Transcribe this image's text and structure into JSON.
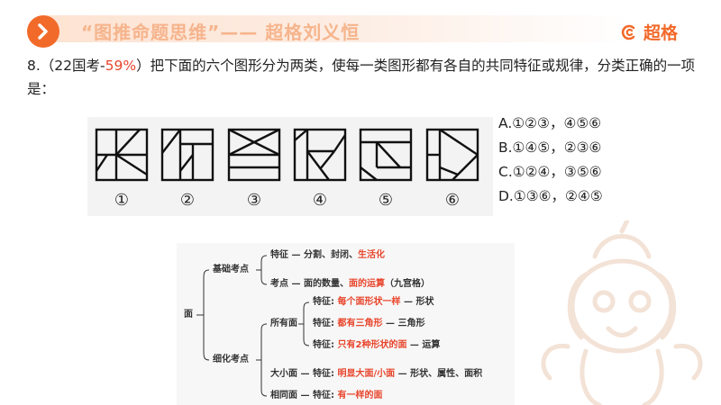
{
  "header": {
    "title": "“图推命题思维”—— 超格刘义恒",
    "brand": "超格"
  },
  "question": {
    "prefix": "8.（22国考-",
    "percent": "59%",
    "suffix": "）把下面的六个图形分为两类，使每一类图形都有各自的共同特征或规律，分类正确的一项是："
  },
  "figures": {
    "labels": [
      "①",
      "②",
      "③",
      "④",
      "⑤",
      "⑥"
    ]
  },
  "options": [
    "A.①②③，④⑤⑥",
    "B.①④⑤，②③⑥",
    "C.①②④，③⑤⑥",
    "D.①③⑥，②④⑤"
  ],
  "mindmap": {
    "root": "面",
    "basic": {
      "label": "基础考点",
      "feature_key": "特征",
      "feature_plain": "分割、封闭、",
      "feature_red": "生活化",
      "exam_key": "考点",
      "exam_plain": "面的数量、",
      "exam_red": "面的运算",
      "exam_red2": "（九宫格）"
    },
    "detail": {
      "label": "细化考点",
      "all_faces": "所有面",
      "row1_key": "特征:",
      "row1_red": "每个面形状一样",
      "row1_after": "形状",
      "row2_key": "特征:",
      "row2_red": "都有三角形",
      "row2_after": "三角形",
      "row3_key": "特征:",
      "row3_red": "只有2种形状的面",
      "row3_after": "运算",
      "size": "大小面",
      "size_key": "特征:",
      "size_red": "明显大面/小面",
      "size_after": "形状、属性、面积",
      "same": "相同面",
      "same_key": "特征:",
      "same_red": "有一样的面"
    }
  },
  "colors": {
    "accent": "#f26a2a",
    "red_text": "#e8452c",
    "header_title": "#f6b48c"
  }
}
